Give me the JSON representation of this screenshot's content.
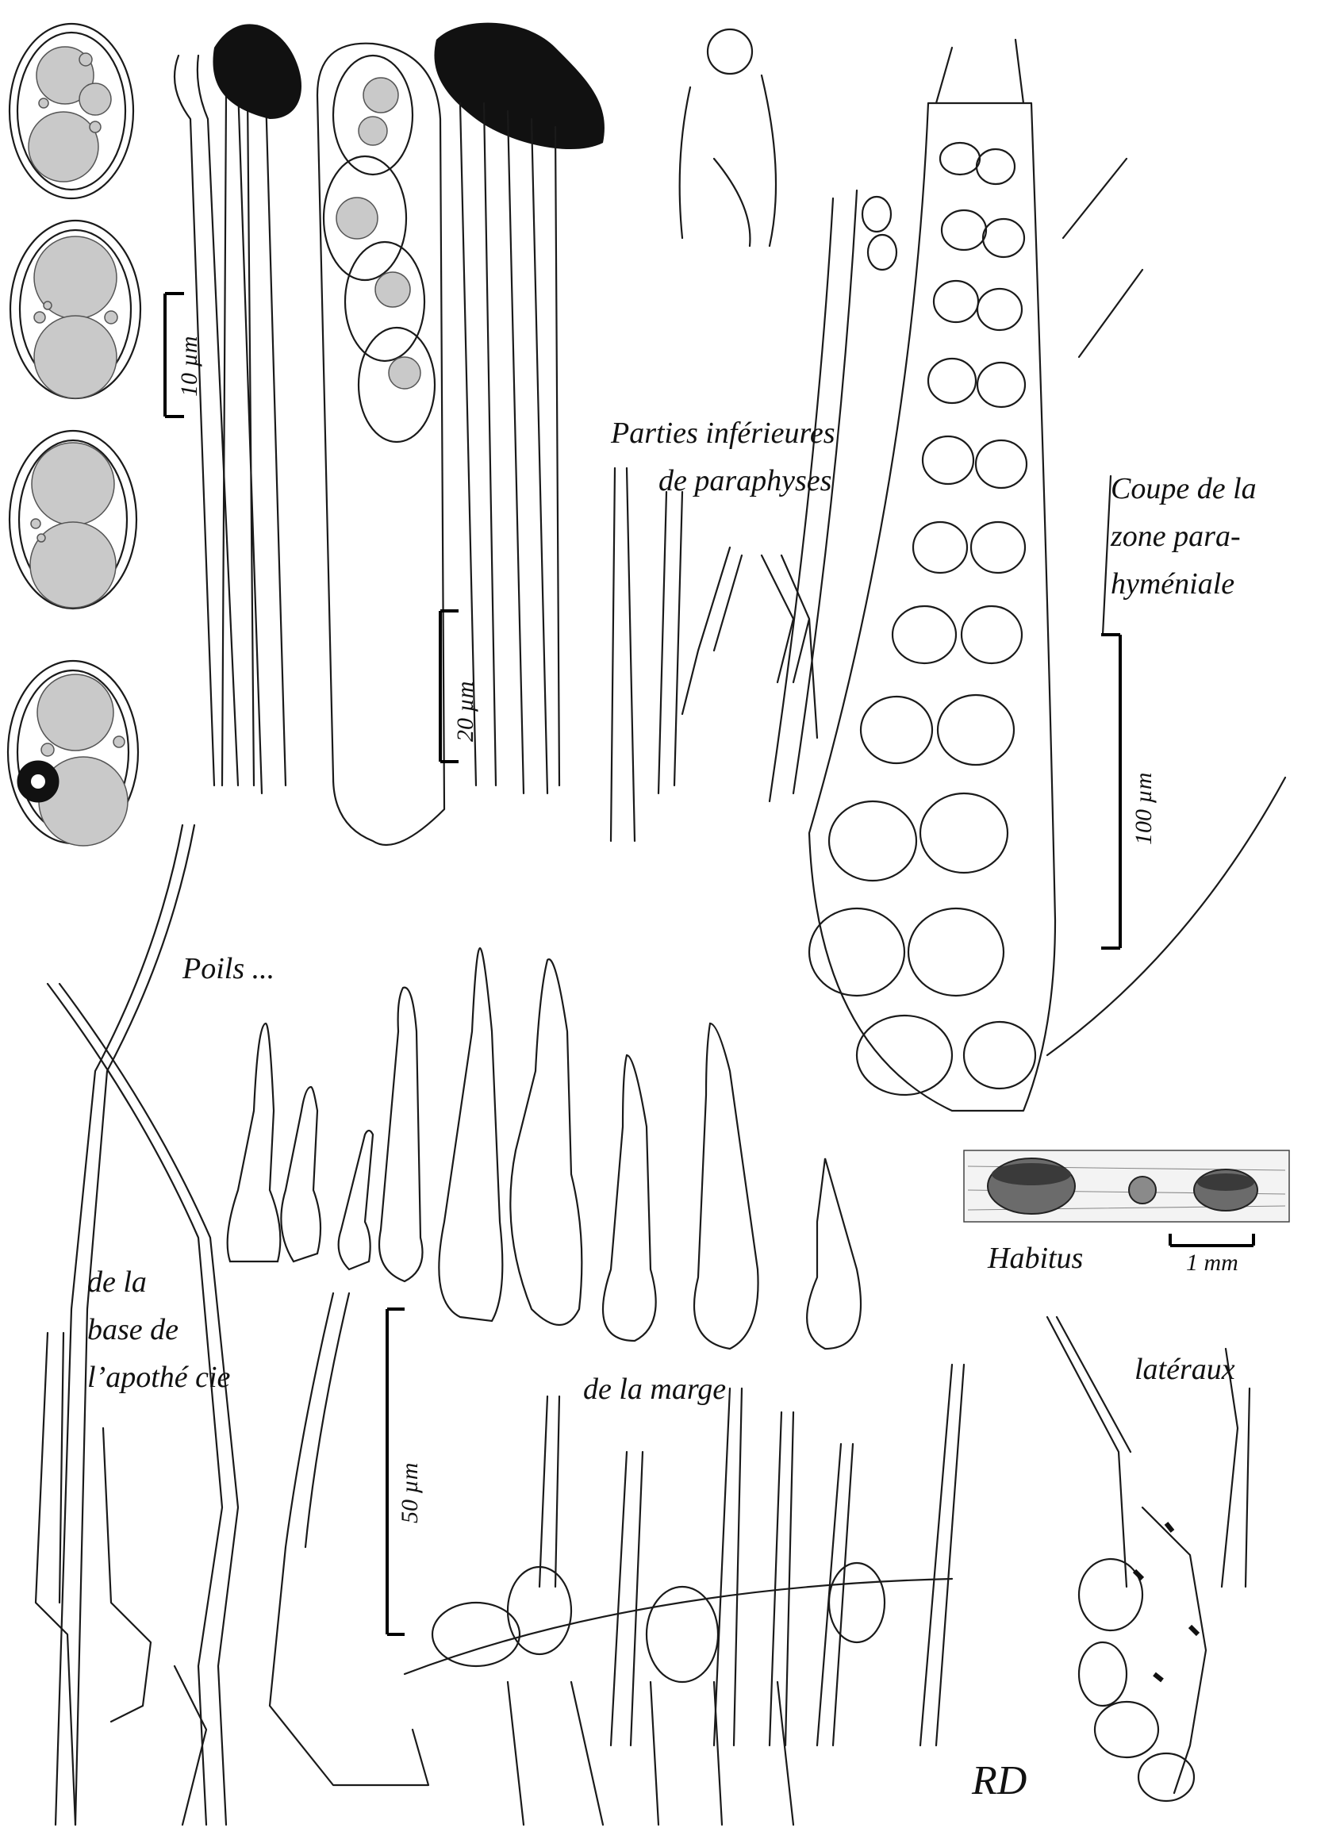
{
  "labels": {
    "paraphyses_lower": [
      "Parties inférieures",
      "de paraphyses"
    ],
    "section": [
      "Coupe de la",
      "zone para-",
      "hyméniale"
    ],
    "hairs": "Poils ...",
    "base": [
      "de la",
      "base de",
      "l’apothé   cie"
    ],
    "margin": "de la marge",
    "habitus": "Habitus",
    "lateral": "latéraux",
    "initials": "RD"
  },
  "scale_bars": {
    "spores": "10 µm",
    "asci": "20 µm",
    "section": "100 µm",
    "hairs": "50 µm",
    "habitus": "1 mm"
  },
  "colors": {
    "ink": "#1a1a1a",
    "droplet": "#c9c9c9",
    "background": "#ffffff"
  }
}
